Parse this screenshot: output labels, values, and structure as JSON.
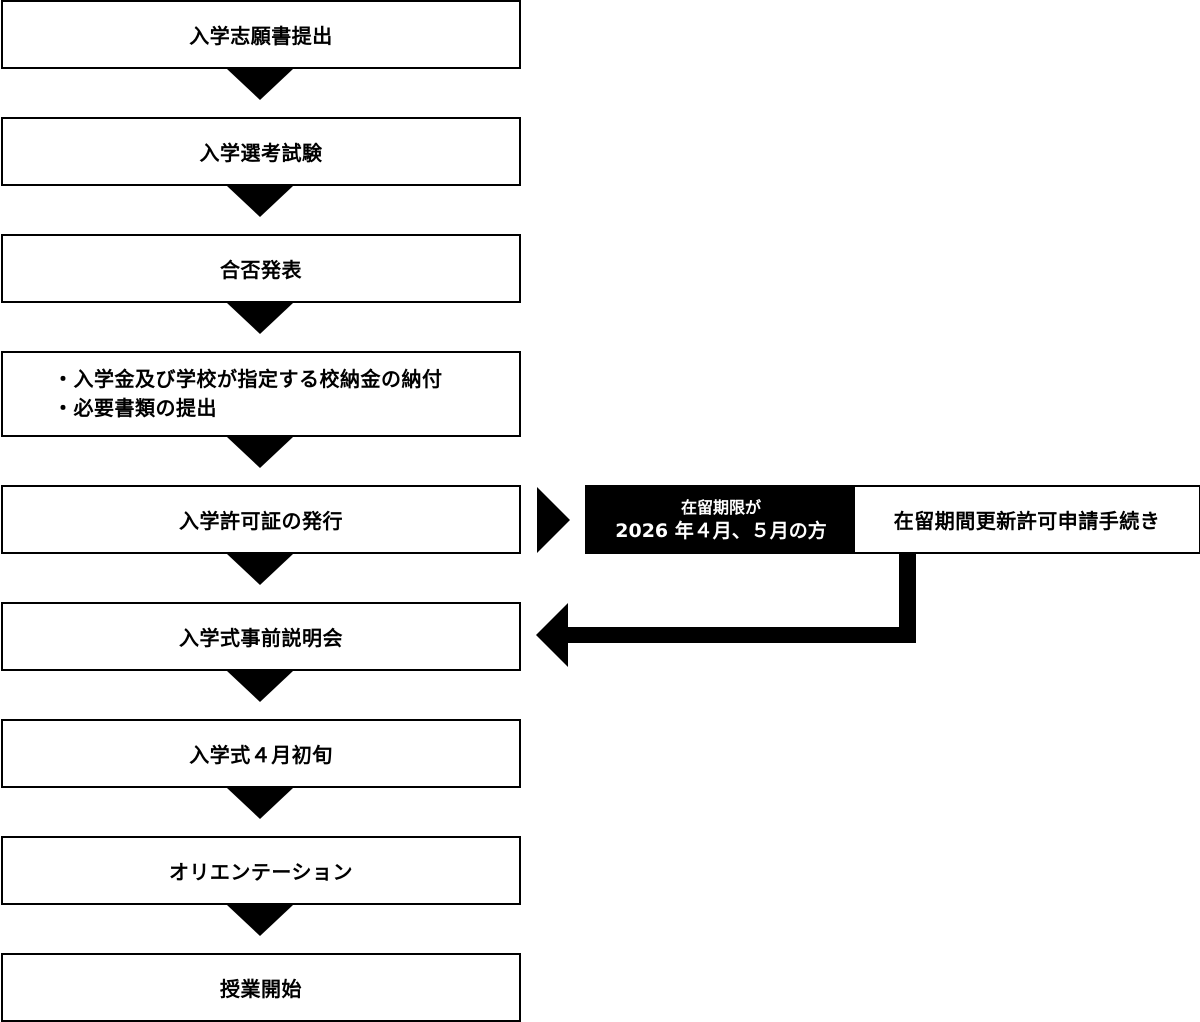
{
  "flow": {
    "steps": [
      {
        "label": "入学志願書提出"
      },
      {
        "label": "入学選考試験"
      },
      {
        "label": "合否発表"
      },
      {
        "lines": [
          "・入学金及び学校が指定する校納金の納付",
          "・必要書類の提出"
        ]
      },
      {
        "label": "入学許可証の発行"
      },
      {
        "label": "入学式事前説明会"
      },
      {
        "label": "入学式４月初旬"
      },
      {
        "label": "オリエンテーション"
      },
      {
        "label": "授業開始"
      }
    ]
  },
  "side_branch": {
    "condition_line1": "在留期限が",
    "condition_line2": "2026 年４月、５月の方",
    "procedure": "在留期間更新許可申請手続き"
  },
  "colors": {
    "box_border": "#000000",
    "arrow": "#000000",
    "condition_bg": "#000000",
    "condition_text": "#ffffff"
  }
}
